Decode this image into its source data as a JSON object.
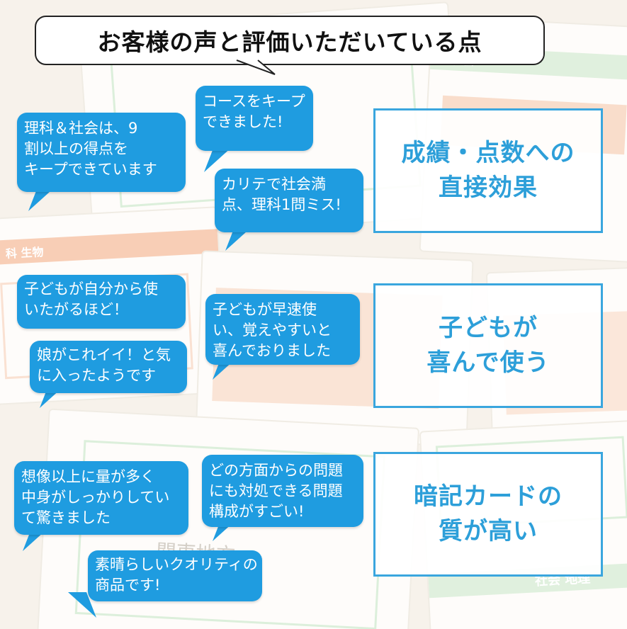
{
  "title": "お客様の声と評価いただいている点",
  "comments": {
    "c1": [
      "理科＆社会は、9",
      "割以上の得点を",
      "キープできています"
    ],
    "c2": [
      "コースをキープ",
      "できました!"
    ],
    "c3": [
      "カリテで社会満",
      "点、理科1問ミス!"
    ],
    "c4": [
      "子どもが自分から使",
      "いたがるほど！"
    ],
    "c5": [
      "子どもが早速使",
      "い、覚えやすいと",
      "喜んでおりました"
    ],
    "c6": [
      "娘がこれイイ！と気",
      "に入ったようです"
    ],
    "c7": [
      "想像以上に量が多く",
      "中身がしっかりしてい",
      "て驚きました"
    ],
    "c8": [
      "どの方面からの問題",
      "にも対処できる問題",
      "構成がすごい!"
    ],
    "c9": [
      "素晴らしいクオリティの",
      "商品です!"
    ]
  },
  "categories": {
    "grades": [
      "成績・点数への",
      "直接効果"
    ],
    "kids": [
      "子どもが",
      "喜んで使う"
    ],
    "quality": [
      "暗記カードの",
      "質が高い"
    ]
  },
  "background_text": {
    "card_label_1": "社会",
    "card_label_2": "科 生物",
    "card_label_3": "関東地方",
    "card_label_4": "社会 地理"
  },
  "colors": {
    "bubble": "#1f9ce0",
    "category": "#2d9fd9",
    "category_border": "#3aa6de",
    "title_text": "#111111"
  }
}
